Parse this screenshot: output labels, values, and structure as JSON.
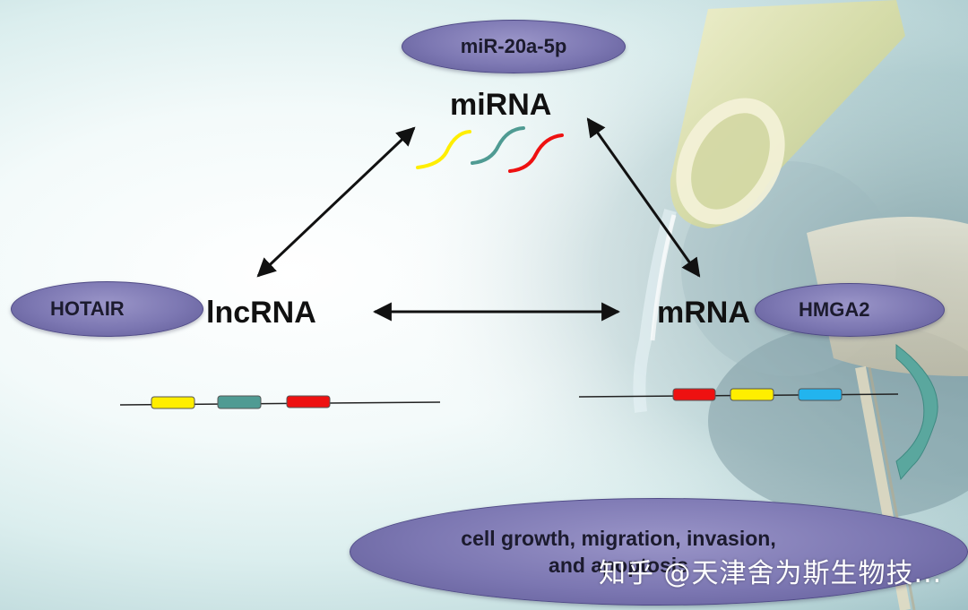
{
  "mirna_ellipse": {
    "text": "miR-20a-5p"
  },
  "mirna_label": "miRNA",
  "lncrna_ellipse": {
    "text": "HOTAIR"
  },
  "lncrna_label": "lncRNA",
  "mrna_label": "mRNA",
  "mrna_ellipse": {
    "text": "HMGA2"
  },
  "outcome": {
    "line1": "cell growth, migration, invasion,",
    "line2": "and apoptosis"
  },
  "watermark": "知乎 @天津舍为斯生物技...",
  "colors": {
    "yellow": "#ffee00",
    "teal": "#4f9b93",
    "red": "#ee1111",
    "blue": "#22b4ee",
    "ellipse": "#7c77b2",
    "curve_arrow": "#4f9b93"
  },
  "lncrna_segments": [
    "yellow",
    "teal",
    "red"
  ],
  "mrna_segments": [
    "red",
    "yellow",
    "blue"
  ],
  "mirna_strands": [
    "yellow",
    "teal",
    "red"
  ]
}
